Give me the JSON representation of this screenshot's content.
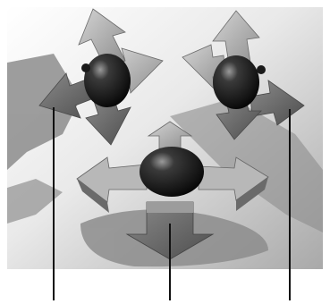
{
  "figure": {
    "background_color": "#ffffff",
    "scene_gradient": [
      "#f7f7f7",
      "#9a9a9a"
    ],
    "shadow_color": "#8a8a8a",
    "arrow_colors": {
      "light": "#c9c9c9",
      "mid": "#9a9a9a",
      "dark": "#5a5a5a"
    },
    "sphere_colors": {
      "highlight": "#9a9a9a",
      "body": "#2a2a2a",
      "edge": "#050505"
    },
    "leader_line_color": "#111111",
    "callouts": [
      {
        "id": "callout-left",
        "points_to": "left-gizmo-arrow"
      },
      {
        "id": "callout-center",
        "points_to": "center-gizmo-arrow"
      },
      {
        "id": "callout-right",
        "points_to": "right-gizmo-arrow"
      }
    ]
  }
}
